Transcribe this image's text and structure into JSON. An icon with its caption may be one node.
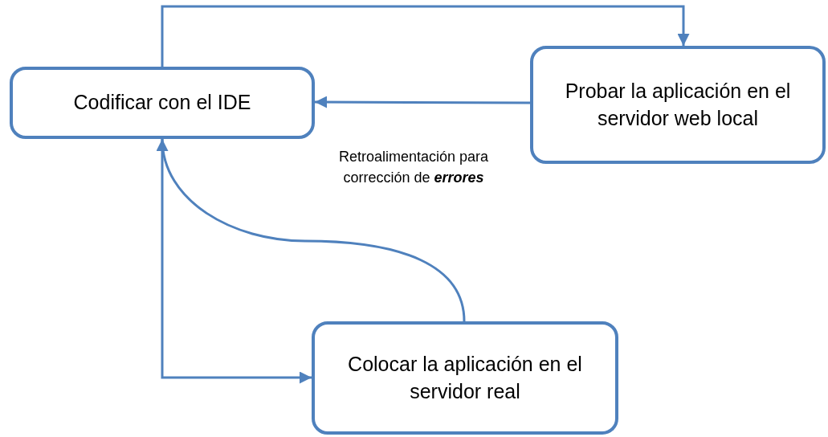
{
  "diagram": {
    "nodes": [
      {
        "text": [
          "Codificar con el IDE"
        ]
      },
      {
        "text": [
          "Probar la aplicación en el servidor web local"
        ]
      },
      {
        "text": [
          "Colocar la aplicación en el servidor real"
        ]
      }
    ],
    "edges": [
      {
        "from": 0,
        "to": 1,
        "arrow": "to"
      },
      {
        "from": 1,
        "to": 0,
        "arrow": "to"
      },
      {
        "from": 2,
        "to": 0,
        "arrow": "to"
      },
      {
        "from": 0,
        "to": 2,
        "arrow": "to"
      }
    ],
    "labels": [
      "Retroalimentación para corrección de **errores**"
    ]
  }
}
